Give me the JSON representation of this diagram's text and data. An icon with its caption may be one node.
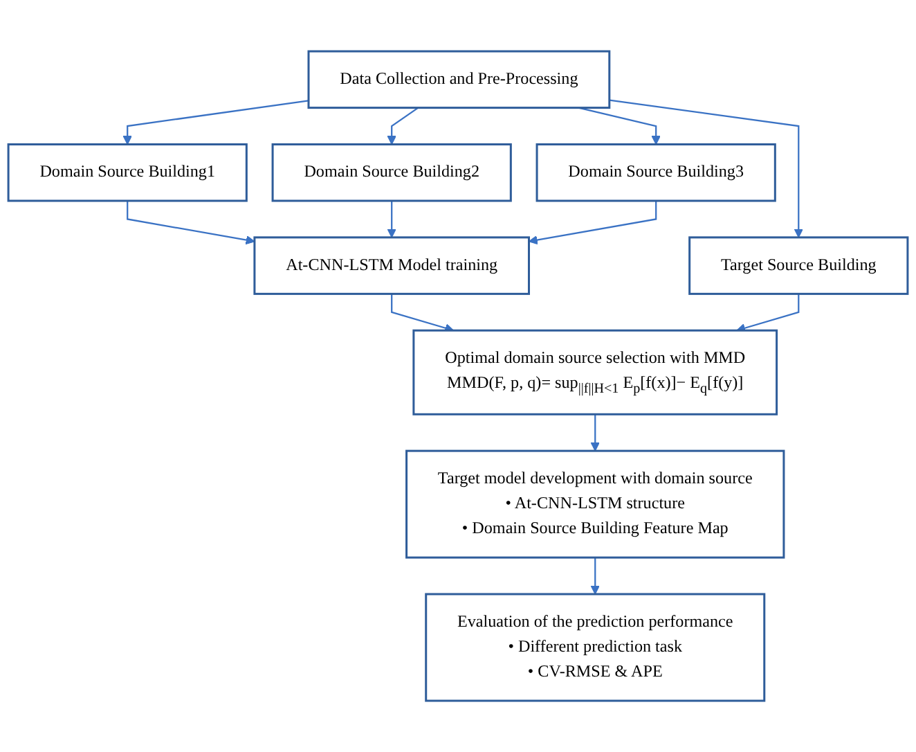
{
  "diagram": {
    "nodes": [
      {
        "text": [
          "Data Collection and Pre-Processing"
        ]
      },
      {
        "text": [
          "Domain Source Building1"
        ]
      },
      {
        "text": [
          "Domain Source Building2"
        ]
      },
      {
        "text": [
          "Domain Source Building3"
        ]
      },
      {
        "text": [
          "Target Source Building"
        ]
      },
      {
        "text": [
          "At-CNN-LSTM Model training"
        ]
      },
      {
        "text": [
          "Optimal domain source selection with MMD",
          "MMD(F, p, q)= sup$_{||f||H<1}$ E$_{p}$[f(x)]− E$_{q}$[f(y)]"
        ]
      },
      {
        "text": [
          "Target model development with domain source",
          "• At-CNN-LSTM structure",
          "• Domain Source Building Feature Map"
        ]
      },
      {
        "text": [
          "Evaluation of the prediction performance",
          "• Different prediction task",
          "• CV-RMSE & APE"
        ]
      }
    ],
    "edges": [
      {
        "from": 0,
        "to": 1,
        "arrow": "to"
      },
      {
        "from": 0,
        "to": 2,
        "arrow": "to"
      },
      {
        "from": 0,
        "to": 3,
        "arrow": "to"
      },
      {
        "from": 0,
        "to": 4,
        "arrow": "to"
      },
      {
        "from": 1,
        "to": 5,
        "arrow": "to"
      },
      {
        "from": 2,
        "to": 5,
        "arrow": "to"
      },
      {
        "from": 3,
        "to": 5,
        "arrow": "to"
      },
      {
        "from": 5,
        "to": 6,
        "arrow": "to"
      },
      {
        "from": 4,
        "to": 6,
        "arrow": "to"
      },
      {
        "from": 6,
        "to": 7,
        "arrow": "to"
      },
      {
        "from": 7,
        "to": 8,
        "arrow": "to"
      }
    ]
  }
}
